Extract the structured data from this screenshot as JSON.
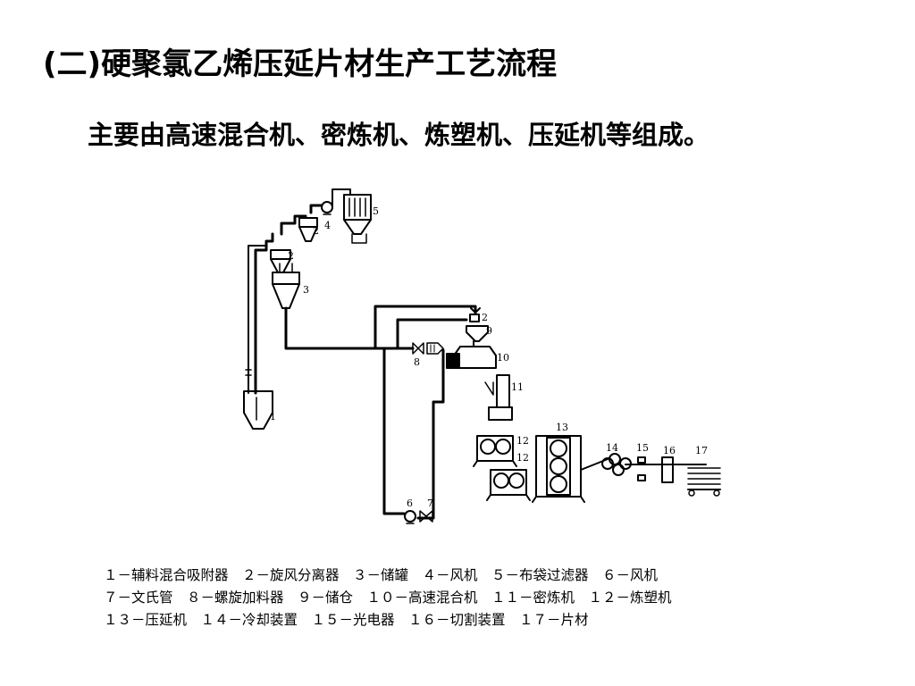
{
  "title": "(二)硬聚氯乙烯压延片材生产工艺流程",
  "subtitle": "主要由高速混合机、密炼机、炼塑机、压延机等组成。",
  "diagram_labels": {
    "n1": "1",
    "n2a": "2",
    "n2b": "2",
    "n3": "3",
    "n4": "4",
    "n5": "5",
    "n6": "6",
    "n7": "7",
    "n8": "8",
    "n2c": "2",
    "n9": "9",
    "n10": "10",
    "n11": "11",
    "n12a": "12",
    "n12b": "12",
    "n13": "13",
    "n14": "14",
    "n15": "15",
    "n16": "16",
    "n17": "17"
  },
  "legend": [
    "１－辅料混合吸附器　２－旋风分离器　３－储罐　４－风机　５－布袋过滤器　６－风机",
    "７－文氏管　８－螺旋加料器　９－储仓　１０－高速混合机　１１－密炼机　１２－炼塑机",
    "１３－压延机　１４－冷却装置　１５－光电器　１６－切割装置　１７－片材"
  ]
}
